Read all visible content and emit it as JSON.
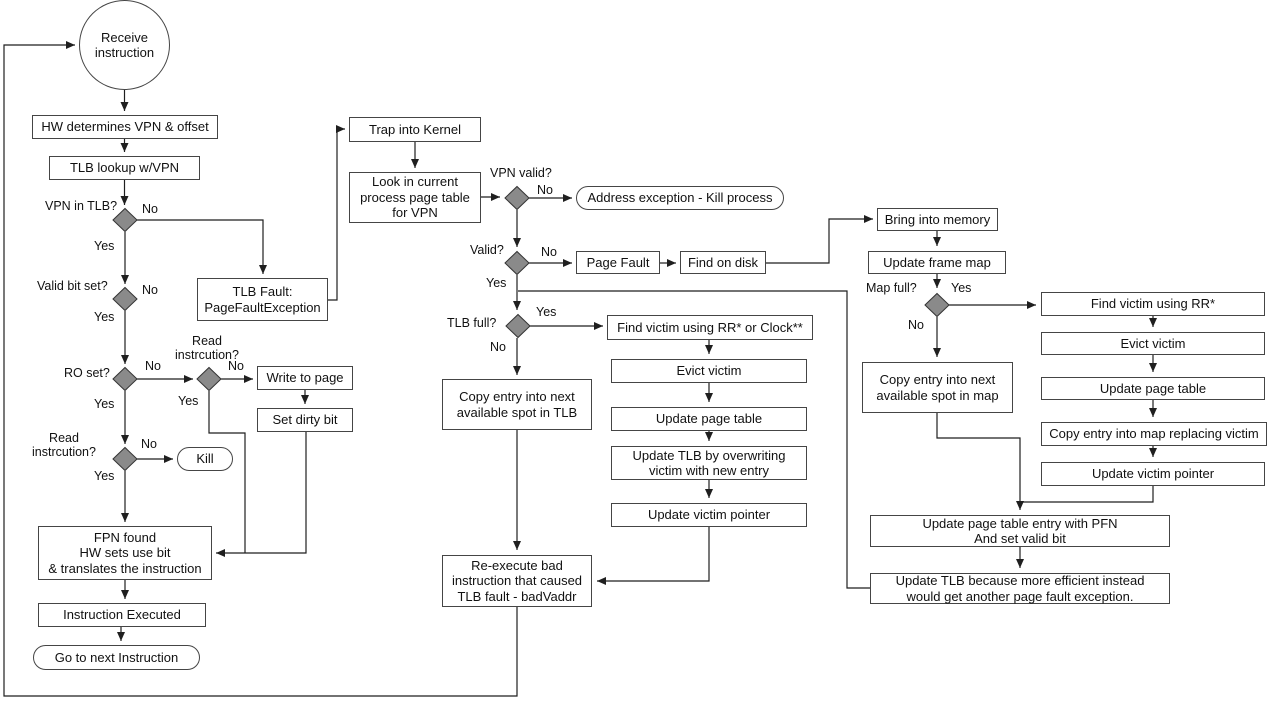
{
  "nodes": {
    "receive": "Receive\ninstruction",
    "hw_determines": "HW determines VPN & offset",
    "tlb_lookup": "TLB lookup w/VPN",
    "tlb_fault": "TLB Fault:\nPageFaultException",
    "write_to_page": "Write to page",
    "set_dirty_bit": "Set dirty bit",
    "kill": "Kill",
    "fpn_found": "FPN found\nHW sets use bit\n& translates the instruction",
    "instruction_executed": "Instruction Executed",
    "go_to_next": "Go to next Instruction",
    "trap_into_kernel": "Trap into Kernel",
    "look_in_current": "Look in current\nprocess page table\nfor VPN",
    "address_exception": "Address exception - Kill process",
    "page_fault": "Page Fault",
    "find_on_disk": "Find on disk",
    "copy_into_tlb": "Copy entry into next\navailable spot in TLB",
    "find_victim_rr_clock": "Find victim using RR* or Clock**",
    "evict_victim_mid": "Evict victim",
    "update_page_table_mid": "Update page table",
    "update_tlb_overwriting": "Update TLB by overwriting\nvictim with new entry",
    "update_victim_pointer_mid": "Update victim pointer",
    "reexecute": "Re-execute bad\ninstruction that caused\nTLB fault - badVaddr",
    "bring_into_memory": "Bring into memory",
    "update_frame_map": "Update frame map",
    "copy_into_map": "Copy entry into next\navailable spot in map",
    "find_victim_rr": "Find victim using RR*",
    "evict_victim_right": "Evict victim",
    "update_page_table_right": "Update page table",
    "copy_into_map_replacing": "Copy entry into map replacing victim",
    "update_victim_pointer_right": "Update victim pointer",
    "update_pte_pfn": "Update page table entry with PFN\nAnd set valid bit",
    "update_tlb_because": "Update TLB because more efficient instead\nwould get another page fault exception."
  },
  "decisions": {
    "vpn_in_tlb": "VPN in TLB?",
    "valid_bit_set": "Valid bit set?",
    "ro_set": "RO set?",
    "read_instruction_1": "Read\ninstrcution?",
    "read_instruction_2": "Read\ninstrcution?",
    "vpn_valid": "VPN valid?",
    "valid": "Valid?",
    "tlb_full": "TLB full?",
    "map_full": "Map full?"
  },
  "branches": {
    "vpn_in_tlb_no": "No",
    "vpn_in_tlb_yes": "Yes",
    "valid_bit_no": "No",
    "valid_bit_yes": "Yes",
    "ro_no": "No",
    "ro_yes": "Yes",
    "read1_no": "No",
    "read1_yes": "Yes",
    "read2_no": "No",
    "read2_yes": "Yes",
    "vpn_valid_no": "No",
    "valid_no": "No",
    "valid_yes": "Yes",
    "tlb_full_yes": "Yes",
    "tlb_full_no": "No",
    "map_full_yes": "Yes",
    "map_full_no": "No"
  },
  "colors": {
    "background": "#ffffff",
    "diamond_fill": "#8a8a8a",
    "diamond_stroke": "#333333",
    "line": "#1f1f1f",
    "node_border": "#454545"
  }
}
